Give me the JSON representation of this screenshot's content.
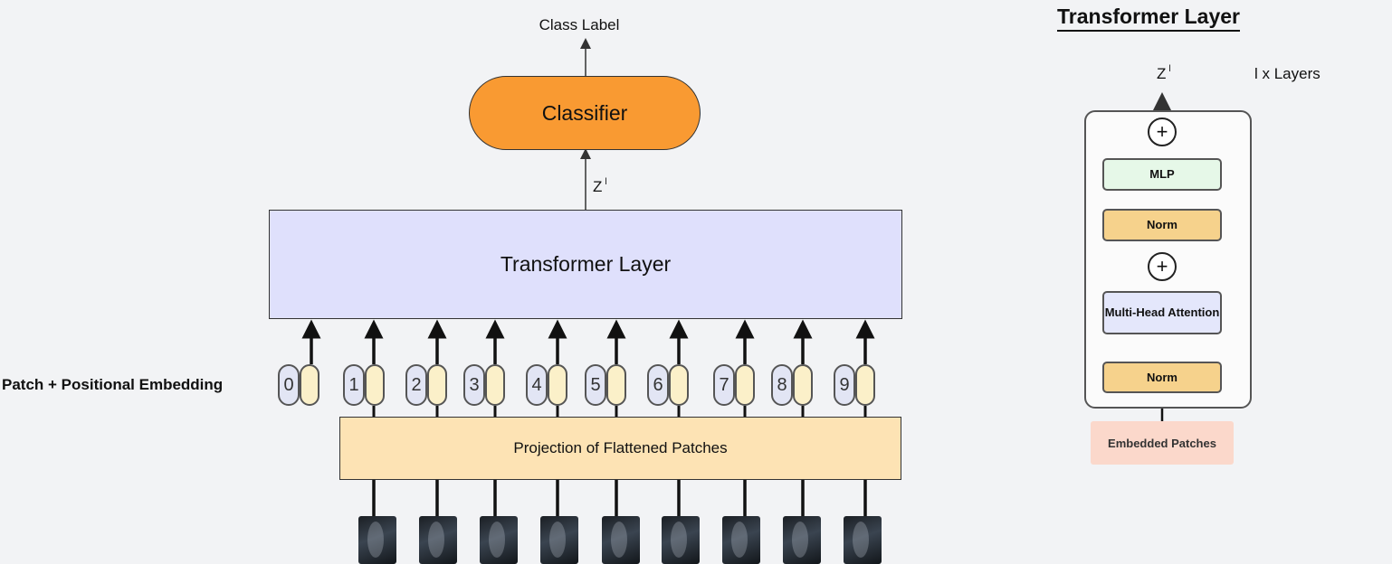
{
  "main": {
    "class_label": "Class Label",
    "classifier": "Classifier",
    "z_label": "Z",
    "z_superscript": "l",
    "transformer_layer": "Transformer Layer",
    "patch_positional_label": "Patch + Positional Embedding",
    "projection": "Projection of Flattened Patches",
    "tokens": [
      "0",
      "1",
      "2",
      "3",
      "4",
      "5",
      "6",
      "7",
      "8",
      "9"
    ]
  },
  "side": {
    "title": "Transformer Layer",
    "z_label": "Z",
    "z_superscript": "l",
    "layers_label": "l x Layers",
    "mlp": "MLP",
    "norm_top": "Norm",
    "multi_head_attention": "Multi-Head Attention",
    "norm_bottom": "Norm",
    "embedded_patches": "Embedded Patches",
    "plus_symbol": "+"
  },
  "colors": {
    "classifier": "#f99a32",
    "transformer_layer": "#dfe0fc",
    "projection": "#fde3b4",
    "mlp": "#e6f8e8",
    "norm": "#f6d28c",
    "attention": "#e4e7fb",
    "embedded_patches": "#fbd8cb"
  }
}
